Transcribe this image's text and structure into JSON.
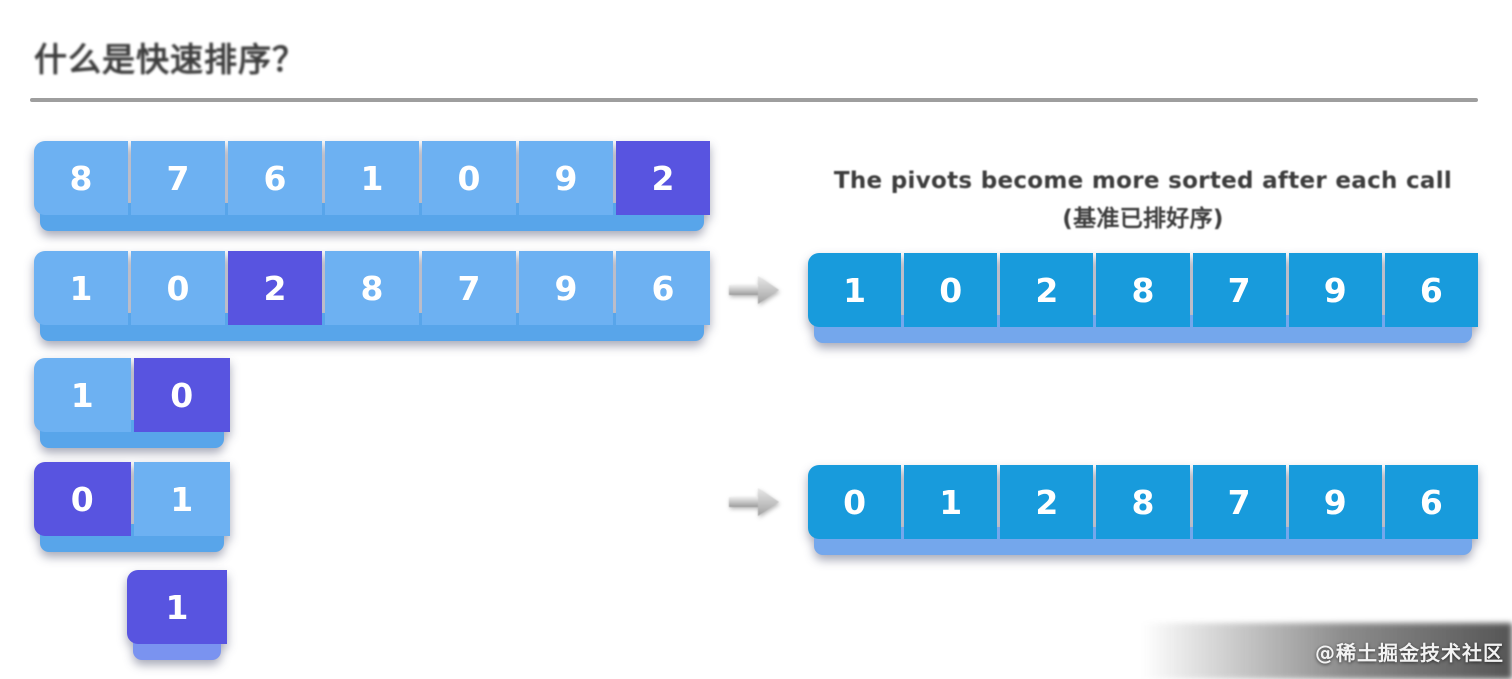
{
  "title": "什么是快速排序？",
  "caption": {
    "line1": "The pivots become more sorted after each call",
    "line2": "(基准已排好序)"
  },
  "watermark": "@稀土掘金技术社区",
  "colors": {
    "cell_blue": "#6db1f2",
    "cell_purple": "#5854e0",
    "cell_cyan": "#189bdc",
    "lip_blue": "#58a5ea",
    "lip_periwinkle": "#7a93f0",
    "lip_cyan": "#74a7ec",
    "divider_gray": "#9e9e9e",
    "title_text": "#3d3d3d"
  },
  "left_arrays": [
    {
      "id": "partition-step-1",
      "lip": "blue",
      "cells": [
        {
          "v": "8",
          "style": "blue"
        },
        {
          "v": "7",
          "style": "blue"
        },
        {
          "v": "6",
          "style": "blue"
        },
        {
          "v": "1",
          "style": "blue"
        },
        {
          "v": "0",
          "style": "blue"
        },
        {
          "v": "9",
          "style": "blue"
        },
        {
          "v": "2",
          "style": "purple"
        }
      ]
    },
    {
      "id": "partition-step-2",
      "lip": "blue",
      "cells": [
        {
          "v": "1",
          "style": "blue"
        },
        {
          "v": "0",
          "style": "blue"
        },
        {
          "v": "2",
          "style": "purple"
        },
        {
          "v": "8",
          "style": "blue"
        },
        {
          "v": "7",
          "style": "blue"
        },
        {
          "v": "9",
          "style": "blue"
        },
        {
          "v": "6",
          "style": "blue"
        }
      ]
    },
    {
      "id": "partition-step-3",
      "lip": "blue",
      "cells": [
        {
          "v": "1",
          "style": "blue"
        },
        {
          "v": "0",
          "style": "purple"
        }
      ]
    },
    {
      "id": "partition-step-4",
      "lip": "blue",
      "cells": [
        {
          "v": "0",
          "style": "purple"
        },
        {
          "v": "1",
          "style": "blue"
        }
      ]
    },
    {
      "id": "partition-step-5",
      "lip": "periwinkle",
      "cells": [
        {
          "v": "1",
          "style": "purple"
        }
      ]
    }
  ],
  "right_arrays": [
    {
      "id": "sorted-result-1",
      "lip": "cyan",
      "cells": [
        {
          "v": "1",
          "style": "cyan"
        },
        {
          "v": "0",
          "style": "cyan"
        },
        {
          "v": "2",
          "style": "cyan"
        },
        {
          "v": "8",
          "style": "cyan"
        },
        {
          "v": "7",
          "style": "cyan"
        },
        {
          "v": "9",
          "style": "cyan"
        },
        {
          "v": "6",
          "style": "cyan"
        }
      ]
    },
    {
      "id": "sorted-result-2",
      "lip": "cyan",
      "cells": [
        {
          "v": "0",
          "style": "cyan"
        },
        {
          "v": "1",
          "style": "cyan"
        },
        {
          "v": "2",
          "style": "cyan"
        },
        {
          "v": "8",
          "style": "cyan"
        },
        {
          "v": "7",
          "style": "cyan"
        },
        {
          "v": "9",
          "style": "cyan"
        },
        {
          "v": "6",
          "style": "cyan"
        }
      ]
    }
  ]
}
